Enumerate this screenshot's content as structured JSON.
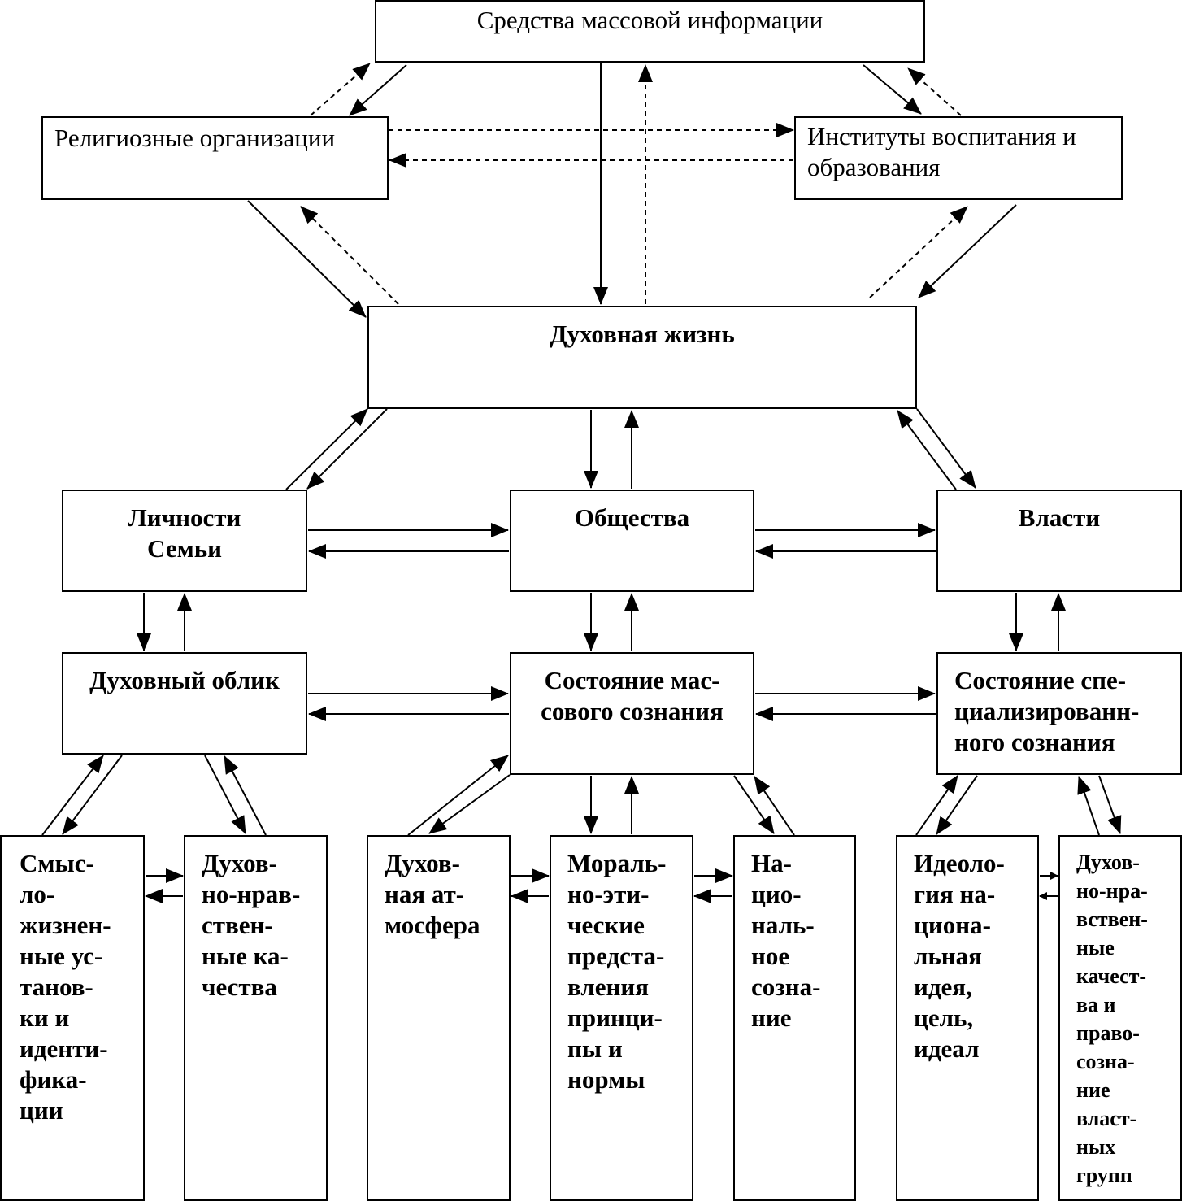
{
  "nodes": {
    "media": "Средства массовой информации",
    "religion": "Религиозные организации",
    "education": "Институты воспитания и\nобразования",
    "spiritual_life": "Духовная жизнь",
    "persons": "Личности\nСемьи",
    "society": "Общества",
    "power": "Власти",
    "spiritual_look": "Духовный облик",
    "mass_consciousness": "Состояние мас-\nсового сознания",
    "special_consciousness": "Состояние спе-\nциализированн-\nного сознания",
    "life_attitudes": "Смыс-\nло-\nжизнен-\nные ус-\nтанов-\nки и\nиденти-\nфика-\nции",
    "moral_qualities": "Духов-\nно-нрав-\nствен-\nные ка-\nчества",
    "atmosphere": "Духов-\nная ат-\nмосфера",
    "ethics": "Мораль-\nно-эти-\nческие\nпредста-\nвления\nпринци-\nпы и\nнормы",
    "national": "На-\nцио-\nналь-\nное\nсозна-\nние",
    "ideology": "Идеоло-\nгия на-\nциона-\nльная\nидея,\nцель,\nидеал",
    "power_qualities": "Духов-\nно-нра-\nвствен-\nные\nкачест-\nва и\nправо-\nсозна-\nние\nвласт-\nных\nгрупп"
  }
}
